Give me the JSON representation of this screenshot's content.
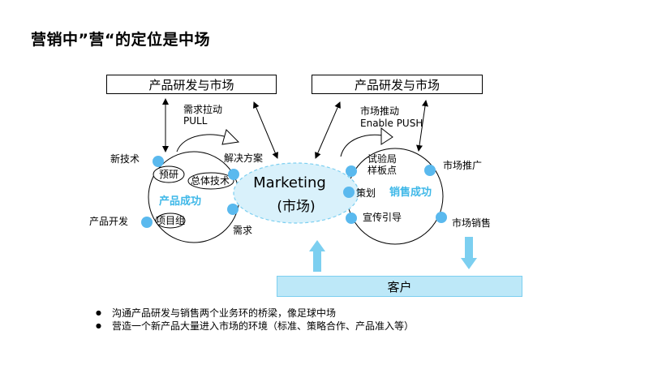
{
  "page": {
    "title": "营销中”营“的定位是中场"
  },
  "top_boxes": {
    "left": "产品研发与市场",
    "right": "产品研发与市场"
  },
  "flow": {
    "pull_label": "需求拉动",
    "pull_en": "PULL",
    "push_label": "市场推动",
    "push_en": "Enable PUSH"
  },
  "product_ring": {
    "new_tech": "新技术",
    "solution": "解决方案",
    "pre_research": "预研",
    "overall_tech": "总体技术",
    "center": "产品成功",
    "product_dev": "产品开发",
    "project_group": "项目组",
    "requirement": "需求"
  },
  "marketing": {
    "line1": "Marketing",
    "line2": "(市场)",
    "planning": "策划"
  },
  "sales_ring": {
    "pilot_line1": "试验局",
    "pilot_line2": "样板点",
    "promotion": "市场推广",
    "center": "销售成功",
    "publicity": "宣传引导",
    "sales": "市场销售"
  },
  "customer": {
    "label": "客户"
  },
  "bullets": [
    "沟通产品研发与销售两个业务环的桥梁，像足球中场",
    "营造一个新产品大量进入市场的环境（标准、策略合作、产品准入等）"
  ],
  "colors": {
    "accent": "#3fb8e8",
    "dot": "#5ab9ee",
    "ellipse_fill": "#d9f1fb",
    "customer_fill": "#bde8f8"
  }
}
